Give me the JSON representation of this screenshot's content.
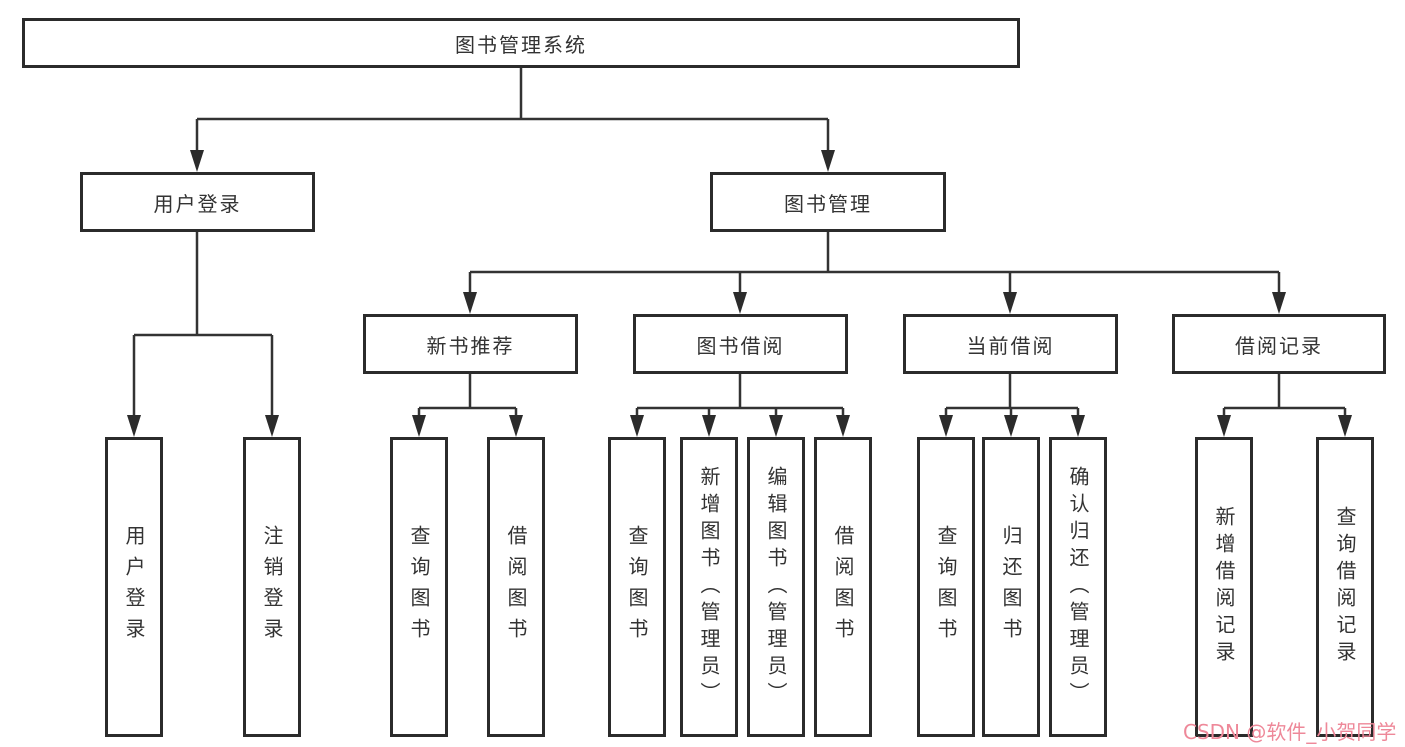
{
  "diagram_title": "图书管理系统",
  "tree": {
    "root": {
      "label": "图书管理系统"
    },
    "branches": [
      {
        "label": "用户登录",
        "leaves": [
          {
            "label": "用户登录"
          },
          {
            "label": "注销登录"
          }
        ]
      },
      {
        "label": "图书管理",
        "subbranches": [
          {
            "label": "新书推荐",
            "leaves": [
              {
                "label": "查询图书"
              },
              {
                "label": "借阅图书"
              }
            ]
          },
          {
            "label": "图书借阅",
            "leaves": [
              {
                "label": "查询图书"
              },
              {
                "label": "新增图书（管理员）"
              },
              {
                "label": "编辑图书（管理员）"
              },
              {
                "label": "借阅图书"
              }
            ]
          },
          {
            "label": "当前借阅",
            "leaves": [
              {
                "label": "查询图书"
              },
              {
                "label": "归还图书"
              },
              {
                "label": "确认归还（管理员）"
              }
            ]
          },
          {
            "label": "借阅记录",
            "leaves": [
              {
                "label": "新增借阅记录"
              },
              {
                "label": "查询借阅记录"
              }
            ]
          }
        ]
      }
    ]
  },
  "watermark": {
    "text": "CSDN @软件_小贺同学",
    "color": "#ee8899"
  },
  "colors": {
    "line": "#333333",
    "box_border": "#2b2b2b",
    "box_background": "#ffffff",
    "text": "#333333"
  }
}
